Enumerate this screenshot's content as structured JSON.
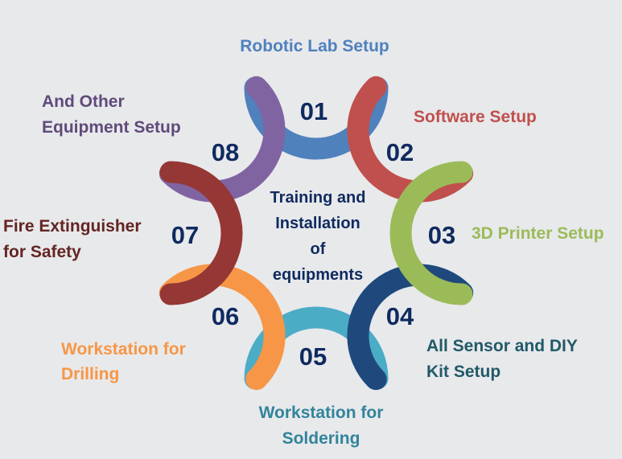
{
  "center_text": [
    "Training and",
    "Installation",
    "of",
    "equipments"
  ],
  "steps": [
    {
      "number": "01",
      "label_lines": [
        "Robotic Lab Setup"
      ],
      "arc_color": "#4f81bd",
      "label_color": "#4f81bd",
      "number_color": "#0f2a5f"
    },
    {
      "number": "02",
      "label_lines": [
        "Software Setup"
      ],
      "arc_color": "#c0504d",
      "label_color": "#c0504d",
      "number_color": "#0f2a5f"
    },
    {
      "number": "03",
      "label_lines": [
        "3D Printer Setup"
      ],
      "arc_color": "#9bbb59",
      "label_color": "#9bbb59",
      "number_color": "#0f2a5f"
    },
    {
      "number": "04",
      "label_lines": [
        "All Sensor and DIY",
        "Kit Setup"
      ],
      "arc_color": "#1f497d",
      "label_color": "#215968",
      "number_color": "#0f2a5f"
    },
    {
      "number": "05",
      "label_lines": [
        "Workstation for",
        "Soldering"
      ],
      "arc_color": "#4bacc6",
      "label_color": "#31849b",
      "number_color": "#595959"
    },
    {
      "number": "06",
      "label_lines": [
        "Workstation for",
        "Drilling"
      ],
      "arc_color": "#f79646",
      "label_color": "#f79646",
      "number_color": "#0f2a5f"
    },
    {
      "number": "07",
      "label_lines": [
        "Fire Extinguisher",
        "for Safety"
      ],
      "arc_color": "#953735",
      "label_color": "#632523",
      "number_color": "#0f2a5f"
    },
    {
      "number": "08",
      "label_lines": [
        "And Other",
        "Equipment Setup"
      ],
      "arc_color": "#8064a2",
      "label_color": "#604a7b",
      "number_color": "#0f2a5f"
    }
  ]
}
